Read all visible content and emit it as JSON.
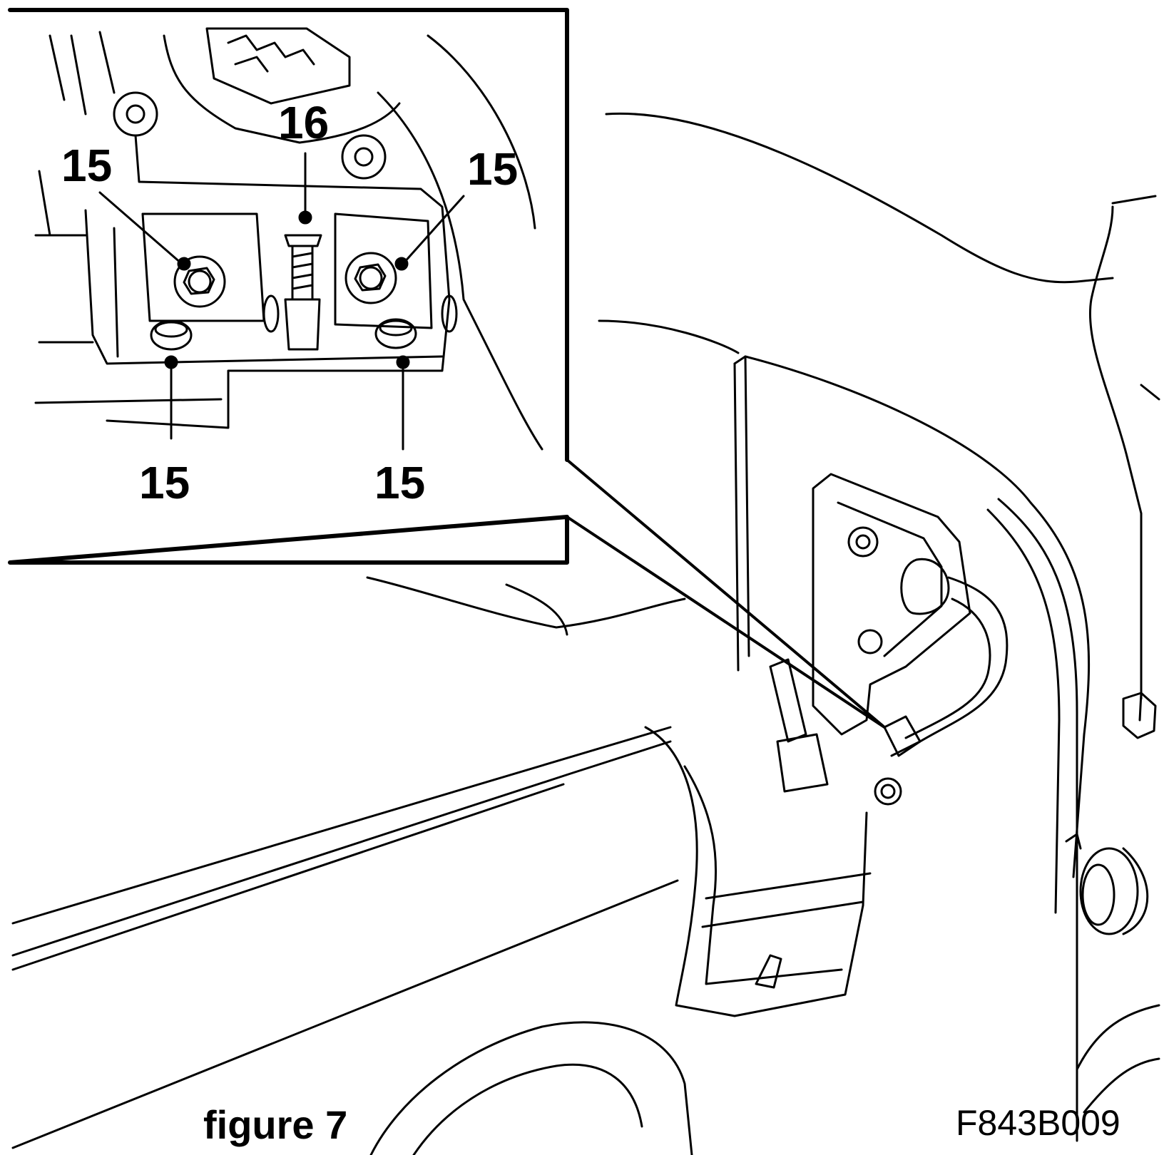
{
  "colors": {
    "line": "#000000",
    "background": "#ffffff"
  },
  "inset": {
    "labels": [
      {
        "name": "label-15-top-left",
        "text": "15"
      },
      {
        "name": "label-16",
        "text": "16"
      },
      {
        "name": "label-15-top-right",
        "text": "15"
      },
      {
        "name": "label-15-bottom-left",
        "text": "15"
      },
      {
        "name": "label-15-bottom-right",
        "text": "15"
      }
    ]
  },
  "caption": "figure 7",
  "figure_code": "F843B009"
}
